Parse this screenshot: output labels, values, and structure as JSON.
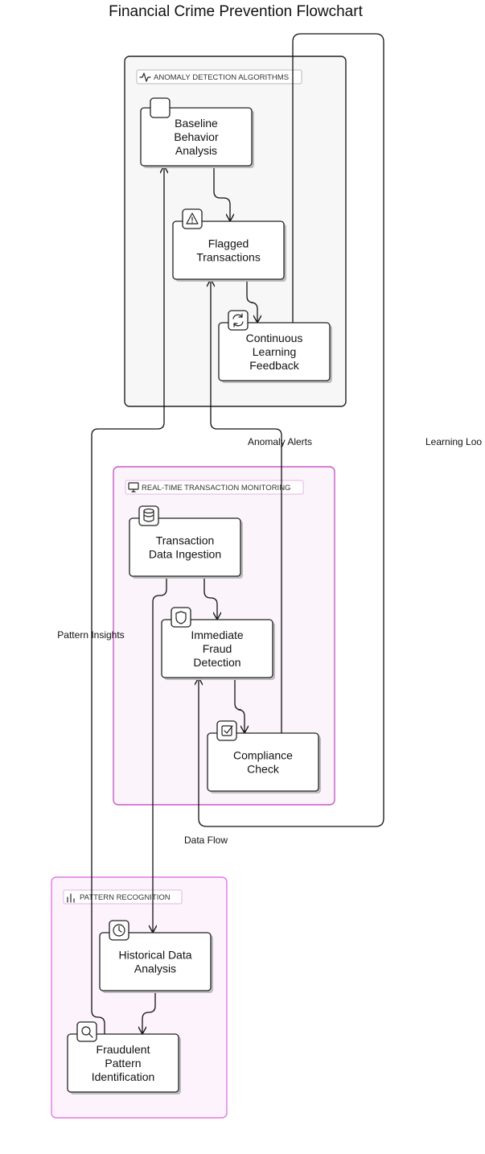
{
  "title": "Financial Crime Prevention Flowchart",
  "groups": [
    {
      "id": "anomaly",
      "label": "ANOMALY DETECTION ALGORITHMS",
      "icon": "activity-icon",
      "stroke": "#222222",
      "fill": "#f7f7f7"
    },
    {
      "id": "realtime",
      "label": "REAL-TIME TRANSACTION MONITORING",
      "icon": "monitor-icon",
      "stroke": "#c45ac8",
      "fill": "#fbf4fb"
    },
    {
      "id": "pattern",
      "label": "PATTERN RECOGNITION",
      "icon": "bar-chart-icon",
      "stroke": "#e07ae0",
      "fill": "#fcf3fc"
    }
  ],
  "nodes": [
    {
      "id": "baseline",
      "lines": [
        "Baseline",
        "Behavior",
        "Analysis"
      ],
      "icon": "blank-icon"
    },
    {
      "id": "flagged",
      "lines": [
        "Flagged",
        "Transactions"
      ],
      "icon": "warning-icon"
    },
    {
      "id": "feedback",
      "lines": [
        "Continuous",
        "Learning",
        "Feedback"
      ],
      "icon": "refresh-icon"
    },
    {
      "id": "ingestion",
      "lines": [
        "Transaction",
        "Data Ingestion"
      ],
      "icon": "database-icon"
    },
    {
      "id": "immediate",
      "lines": [
        "Immediate",
        "Fraud",
        "Detection"
      ],
      "icon": "shield-icon"
    },
    {
      "id": "compliance",
      "lines": [
        "Compliance",
        "Check"
      ],
      "icon": "checkbox-icon"
    },
    {
      "id": "historical",
      "lines": [
        "Historical Data",
        "Analysis"
      ],
      "icon": "clock-icon"
    },
    {
      "id": "fraudulent",
      "lines": [
        "Fraudulent",
        "Pattern",
        "Identification"
      ],
      "icon": "search-icon"
    }
  ],
  "edge_labels": [
    {
      "id": "anomaly-alerts",
      "text": "Anomaly Alerts"
    },
    {
      "id": "learning-loop",
      "text": "Learning Loo"
    },
    {
      "id": "pattern-insights",
      "text": "Pattern Insights"
    },
    {
      "id": "data-flow",
      "text": "Data Flow"
    }
  ]
}
